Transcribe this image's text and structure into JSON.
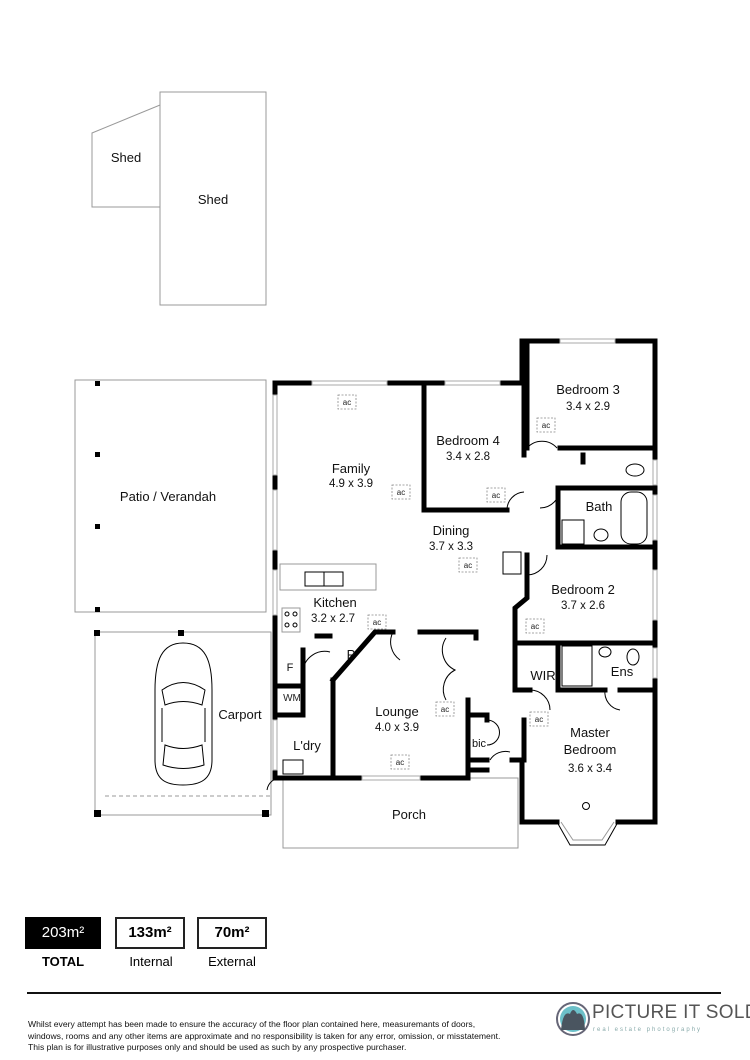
{
  "rooms": {
    "shed_small": {
      "name": "Shed"
    },
    "shed_large": {
      "name": "Shed"
    },
    "patio": {
      "name": "Patio / Verandah"
    },
    "carport": {
      "name": "Carport"
    },
    "family": {
      "name": "Family",
      "dims": "4.9 x 3.9"
    },
    "bedroom4": {
      "name": "Bedroom 4",
      "dims": "3.4 x 2.8"
    },
    "bedroom3": {
      "name": "Bedroom 3",
      "dims": "3.4 x 2.9"
    },
    "bath": {
      "name": "Bath"
    },
    "dining": {
      "name": "Dining",
      "dims": "3.7 x 3.3"
    },
    "bedroom2": {
      "name": "Bedroom 2",
      "dims": "3.7 x 2.6"
    },
    "kitchen": {
      "name": "Kitchen",
      "dims": "3.2 x 2.7"
    },
    "pantry": {
      "name": "P"
    },
    "fridge": {
      "name": "F"
    },
    "washing_machine": {
      "name": "WM"
    },
    "wir": {
      "name": "WIR"
    },
    "ensuite": {
      "name": "Ens"
    },
    "lounge": {
      "name": "Lounge",
      "dims": "4.0 x 3.9"
    },
    "master": {
      "name_line1": "Master",
      "name_line2": "Bedroom",
      "dims": "3.6 x 3.4"
    },
    "laundry": {
      "name": "L'dry"
    },
    "bic": {
      "name": "bic"
    },
    "porch": {
      "name": "Porch"
    }
  },
  "ac_label": "ac",
  "areas": {
    "total": {
      "value": "203m²",
      "label": "TOTAL"
    },
    "internal": {
      "value": "133m²",
      "label": "Internal"
    },
    "external": {
      "value": "70m²",
      "label": "External"
    }
  },
  "disclaimer": [
    "Whilst every attempt has been made to ensure the accuracy of the floor plan contained here, measuremants of doors,",
    "windows, rooms and any other items are approximate and no responsibility is taken for any error, omission, or misstatement.",
    "This plan is for illustrative purposes only and should be used as such by any prospective purchaser."
  ],
  "logo": {
    "name": "PICTURE IT SOLD",
    "tagline": "real estate photography",
    "color": "#5fb3bf"
  }
}
